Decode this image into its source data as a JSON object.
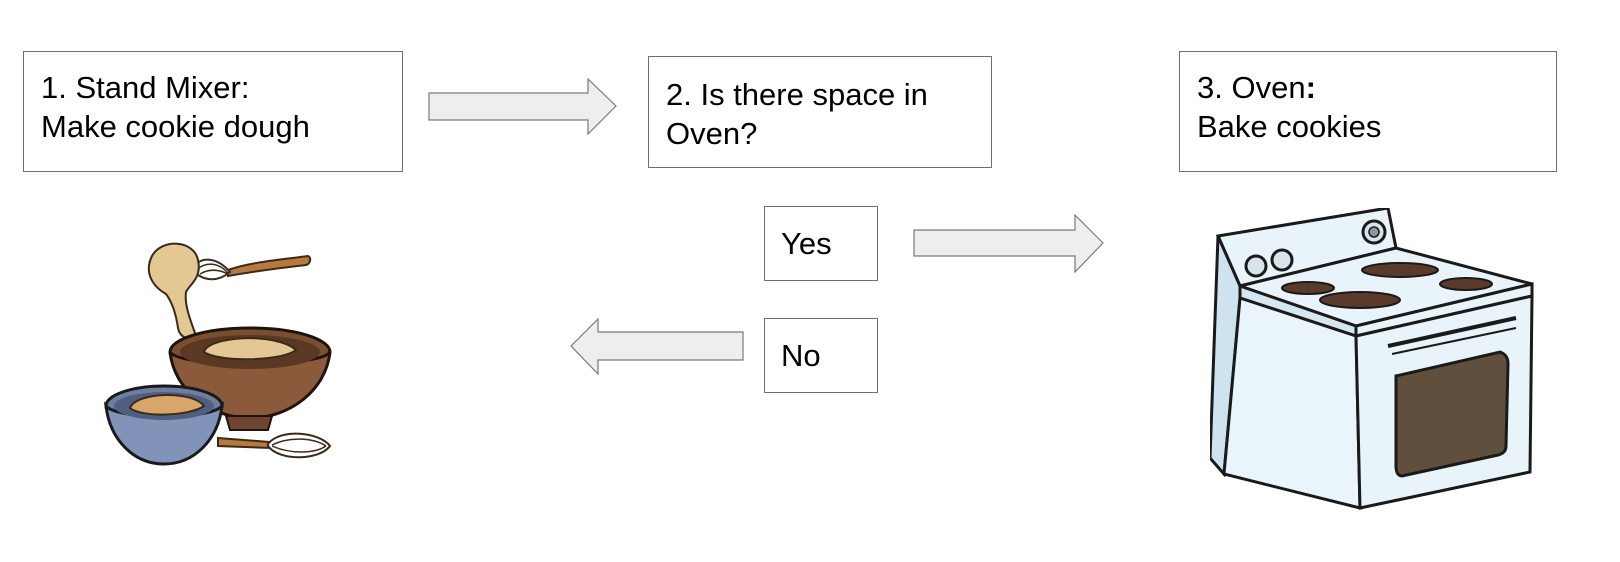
{
  "steps": [
    {
      "line1": "1. Stand Mixer:",
      "line2": "Make cookie dough"
    },
    {
      "line1": "2. Is there space in",
      "line2": "Oven?"
    },
    {
      "line1": "3. Oven",
      "line1_suffix": ":",
      "line2": "Bake cookies"
    }
  ],
  "decisions": {
    "yes": "Yes",
    "no": "No"
  },
  "colors": {
    "box_border": "#6f6f6f",
    "arrow_fill": "#eeeeee",
    "arrow_stroke": "#7a7a7a"
  },
  "icons": [
    "arrow-right-icon",
    "arrow-left-icon",
    "stand-mixer-illustration",
    "oven-illustration"
  ]
}
